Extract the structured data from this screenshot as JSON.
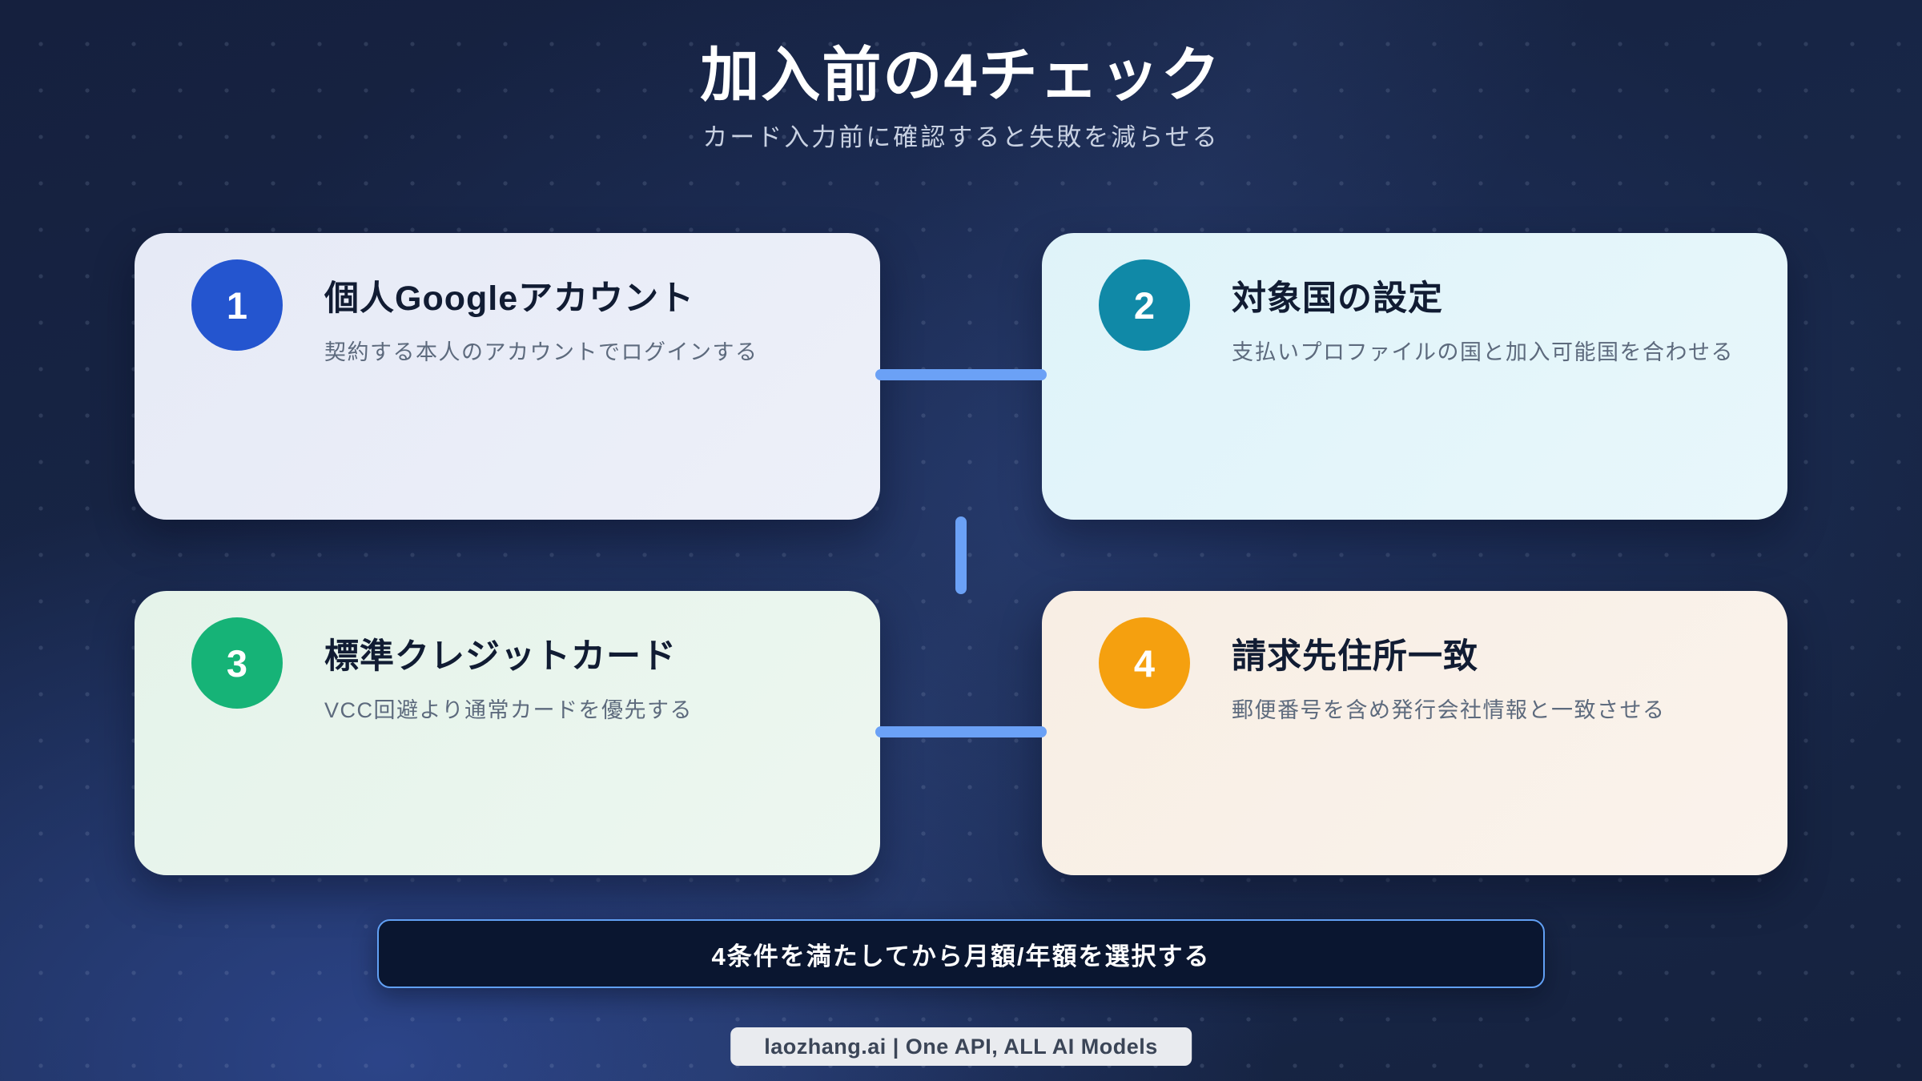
{
  "header": {
    "title": "加入前の4チェック",
    "subtitle": "カード入力前に確認すると失敗を減らせる"
  },
  "cards": [
    {
      "number": "1",
      "title": "個人Googleアカウント",
      "description": "契約する本人のアカウントでログインする",
      "accent_color": "#2455cf",
      "bg_color": "#e7ebf6"
    },
    {
      "number": "2",
      "title": "対象国の設定",
      "description": "支払いプロファイルの国と加入可能国を合わせる",
      "accent_color": "#1089a7",
      "bg_color": "#e0f4f9"
    },
    {
      "number": "3",
      "title": "標準クレジットカード",
      "description": "VCC回避より通常カードを優先する",
      "accent_color": "#16b377",
      "bg_color": "#e6f4eb"
    },
    {
      "number": "4",
      "title": "請求先住所一致",
      "description": "郵便番号を含め発行会社情報と一致させる",
      "accent_color": "#f5a00f",
      "bg_color": "#f8efe6"
    }
  ],
  "cta": {
    "label": "4条件を満たしてから月額/年額を選択する"
  },
  "footer": {
    "label": "laozhang.ai | One API, ALL AI Models"
  },
  "colors": {
    "background_dark": "#131e3a",
    "background_light": "#2a4185",
    "connector": "#6ba1f6",
    "cta_border": "#61a0f4",
    "cta_background": "#0a1630",
    "footer_background": "#e9ebef",
    "title_text": "#ffffff",
    "subtitle_text": "#c8d1e2",
    "card_title_text": "#111c33",
    "card_desc_text": "#5d6a7d"
  }
}
